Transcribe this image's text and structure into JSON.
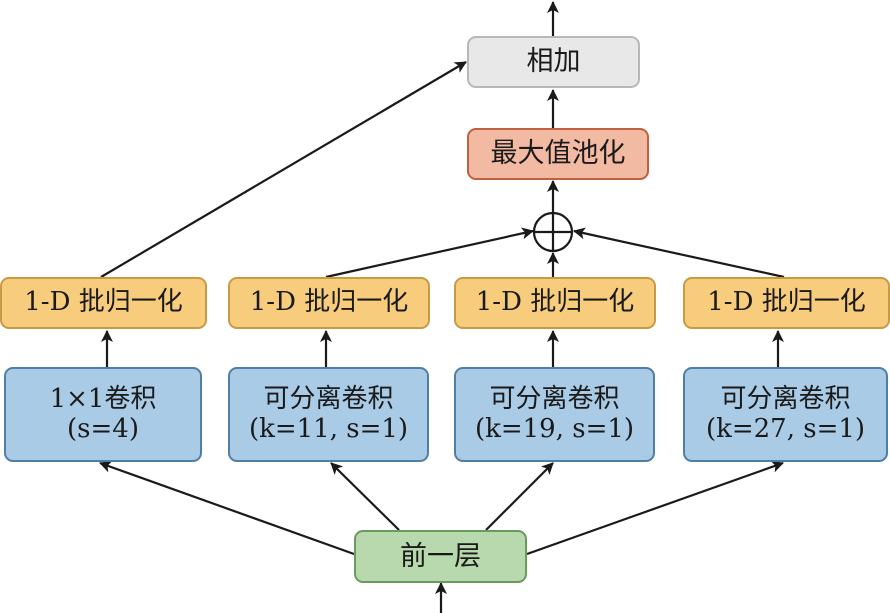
{
  "diagram": {
    "output_node": {
      "label": "相加"
    },
    "pool_node": {
      "label": "最大值池化"
    },
    "sum_symbol": {
      "icon": "circle-plus-icon"
    },
    "branches": [
      {
        "bn_label": "1-D 批归一化",
        "conv_line1": "1×1卷积",
        "conv_line2": "(s=4)"
      },
      {
        "bn_label": "1-D 批归一化",
        "conv_line1": "可分离卷积",
        "conv_line2": "(k=11, s=1)"
      },
      {
        "bn_label": "1-D 批归一化",
        "conv_line1": "可分离卷积",
        "conv_line2": "(k=19, s=1)"
      },
      {
        "bn_label": "1-D 批归一化",
        "conv_line1": "可分离卷积",
        "conv_line2": "(k=27, s=1)"
      }
    ],
    "input_node": {
      "label": "前一层"
    },
    "colors": {
      "add": "#e8e8e8",
      "pool": "#f2b9a3",
      "batchnorm": "#f8cc7d",
      "conv": "#a9cbe6",
      "input": "#b8d8ad",
      "edge": "#1a1a1a"
    }
  }
}
